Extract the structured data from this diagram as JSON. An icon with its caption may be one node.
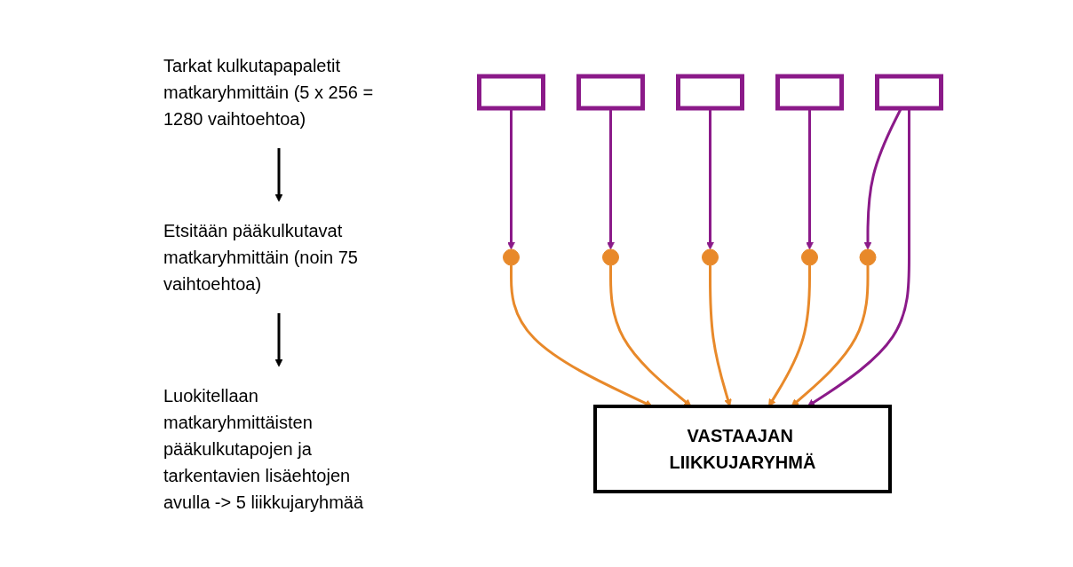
{
  "diagram": {
    "nodes": [
      {
        "text": [
          "Tarkat kulkutapapaletit matkaryhmittäin (5 x 256 = 1280 vaihtoehtoa)"
        ]
      },
      {
        "text": [
          "Etsitään pääkulkutavat matkaryhmittäin (noin 75 vaihtoehtoa)"
        ]
      },
      {
        "text": [
          "Luokitellaan matkaryhmittäisten pääkulkutapojen ja tarkentavien lisäehtojen avulla -> 5 liikkujaryhmää"
        ]
      },
      {
        "text": [],
        "shape": "box"
      },
      {
        "text": [],
        "shape": "box"
      },
      {
        "text": [],
        "shape": "box"
      },
      {
        "text": [],
        "shape": "box"
      },
      {
        "text": [],
        "shape": "box"
      },
      {
        "text": [],
        "shape": "circle"
      },
      {
        "text": [],
        "shape": "circle"
      },
      {
        "text": [],
        "shape": "circle"
      },
      {
        "text": [],
        "shape": "circle"
      },
      {
        "text": [],
        "shape": "circle"
      },
      {
        "text": [
          "VASTAAJAN LIIKKUJARYHMÄ"
        ]
      }
    ],
    "edges": [
      {
        "from": 0,
        "to": 1,
        "arrow": "to",
        "color": "#000000"
      },
      {
        "from": 1,
        "to": 2,
        "arrow": "to",
        "color": "#000000"
      },
      {
        "from": 3,
        "to": 8,
        "arrow": "to",
        "color": "#8b1a89"
      },
      {
        "from": 4,
        "to": 9,
        "arrow": "to",
        "color": "#8b1a89"
      },
      {
        "from": 5,
        "to": 10,
        "arrow": "to",
        "color": "#8b1a89"
      },
      {
        "from": 6,
        "to": 11,
        "arrow": "to",
        "color": "#8b1a89"
      },
      {
        "from": 7,
        "to": 12,
        "arrow": "to",
        "color": "#8b1a89"
      },
      {
        "from": 8,
        "to": 13,
        "arrow": "to",
        "color": "#e8892a"
      },
      {
        "from": 9,
        "to": 13,
        "arrow": "to",
        "color": "#e8892a"
      },
      {
        "from": 10,
        "to": 13,
        "arrow": "to",
        "color": "#e8892a"
      },
      {
        "from": 11,
        "to": 13,
        "arrow": "to",
        "color": "#e8892a"
      },
      {
        "from": 12,
        "to": 13,
        "arrow": "to",
        "color": "#e8892a"
      },
      {
        "from": 7,
        "to": 13,
        "arrow": "to",
        "color": "#8b1a89"
      }
    ]
  }
}
